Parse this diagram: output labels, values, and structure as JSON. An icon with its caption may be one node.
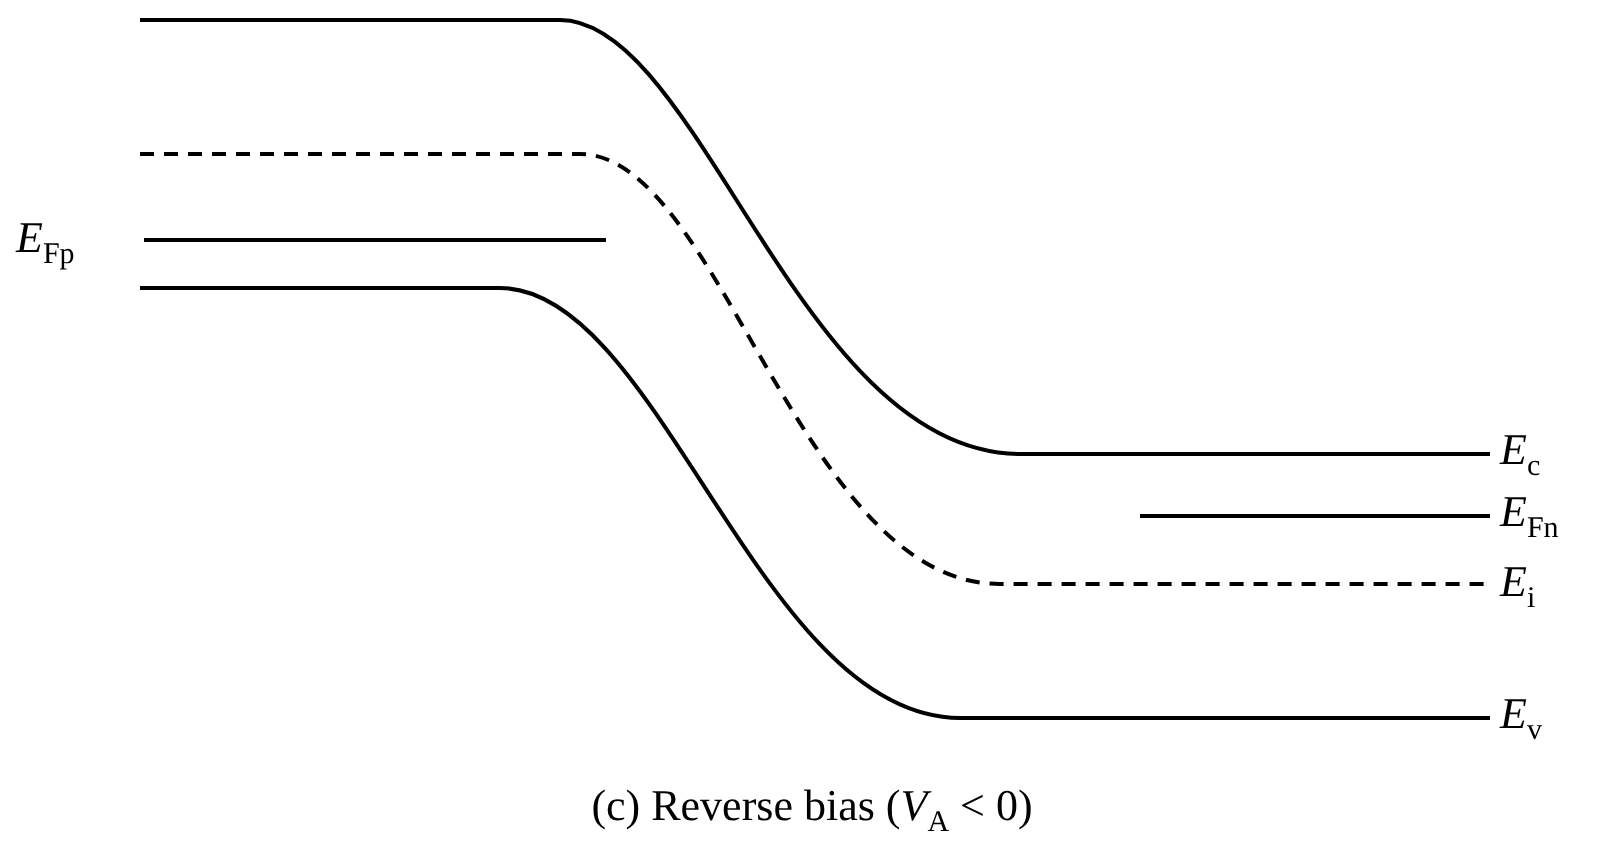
{
  "diagram": {
    "caption": "(c) Reverse bias (*V*$_{A}$ < 0)",
    "labels": [
      "*E*$_{Fp}$",
      "*E*$_{c}$",
      "*E*$_{Fn}$",
      "*E*$_{i}$",
      "*E*$_{v}$"
    ]
  }
}
